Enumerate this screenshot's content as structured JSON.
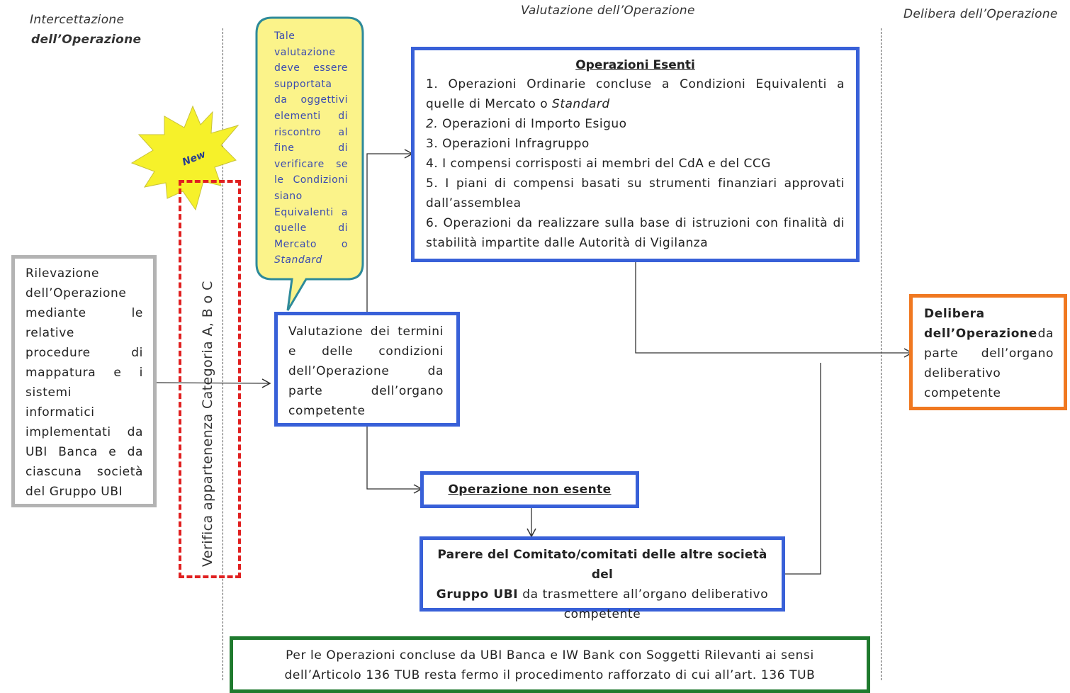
{
  "headers": {
    "left_line1": "Intercettazione",
    "left_line2": "dell’Operazione",
    "center": "Valutazione dell’Operazione",
    "right": "Delibera dell’Operazione"
  },
  "new_badge": "New",
  "vertical_label": "Verifica appartenenza Categoria A, B o C",
  "bubble_lines": [
    "Tale",
    "valutazione",
    "deve essere",
    "supportata",
    "da oggettivi",
    "elementi di",
    "riscontro al",
    "fine di",
    "verificare se",
    "le Condizioni",
    "siano",
    "Equivalenti a",
    "quelle di",
    "Mercato o",
    "Standard"
  ],
  "rilevazione_lines": [
    "Rilevazione",
    "dell’Operazione",
    "mediante le",
    "relative",
    "procedure di",
    "mappatura e i",
    "sistemi",
    "informatici",
    "implementati da",
    "UBI Banca e da",
    "ciascuna società",
    "del Gruppo UBI"
  ],
  "valutazione_lines": [
    "Valutazione dei termini",
    "e delle condizioni",
    "dell’Operazione da",
    "parte dell’organo",
    "competente"
  ],
  "esenti": {
    "title": "Operazioni Esenti",
    "items": [
      [
        "1. Operazioni Ordinarie concluse a Condizioni Equivalenti a",
        "quelle di Mercato o ",
        "Standard"
      ],
      [
        "2.",
        " Operazioni di Importo Esiguo"
      ],
      [
        "3. Operazioni Infragruppo"
      ],
      [
        "4. I compensi corrisposti ai membri del CdA e del CCG"
      ],
      [
        "5. I piani di compensi basati su strumenti finanziari approvati",
        "dall’assemblea"
      ],
      [
        "6. Operazioni da realizzare sulla base di istruzioni con finalità di",
        "stabilità impartite dalle Autorità di Vigilanza"
      ]
    ]
  },
  "non_esente": "Operazione non esente",
  "parere": {
    "bold1": "Parere del Comitato/comitati delle altre società del",
    "bold2": "Gruppo UBI",
    "rest2": " da trasmettere all’organo deliberativo",
    "line3": "competente"
  },
  "delibera": {
    "bold1": "Delibera",
    "bold2": "dell’Operazione",
    "rest2": " da",
    "line3": "parte dell’organo",
    "line4": "deliberativo",
    "line5": "competente"
  },
  "footer": {
    "line1": "Per le Operazioni concluse da UBI Banca e IW Bank con Soggetti Rilevanti ai sensi",
    "line2": "dell’Articolo 136 TUB resta fermo il procedimento rafforzato di cui all’art. 136 TUB"
  },
  "colors": {
    "blue": "#3860d8",
    "orange": "#f07820",
    "green": "#1f7a2e",
    "grey": "#b3b3b3",
    "red": "#e02020",
    "bubble_fill": "#fbf38a",
    "bubble_border": "#2e8a9a",
    "star_fill": "#f6f12a"
  }
}
